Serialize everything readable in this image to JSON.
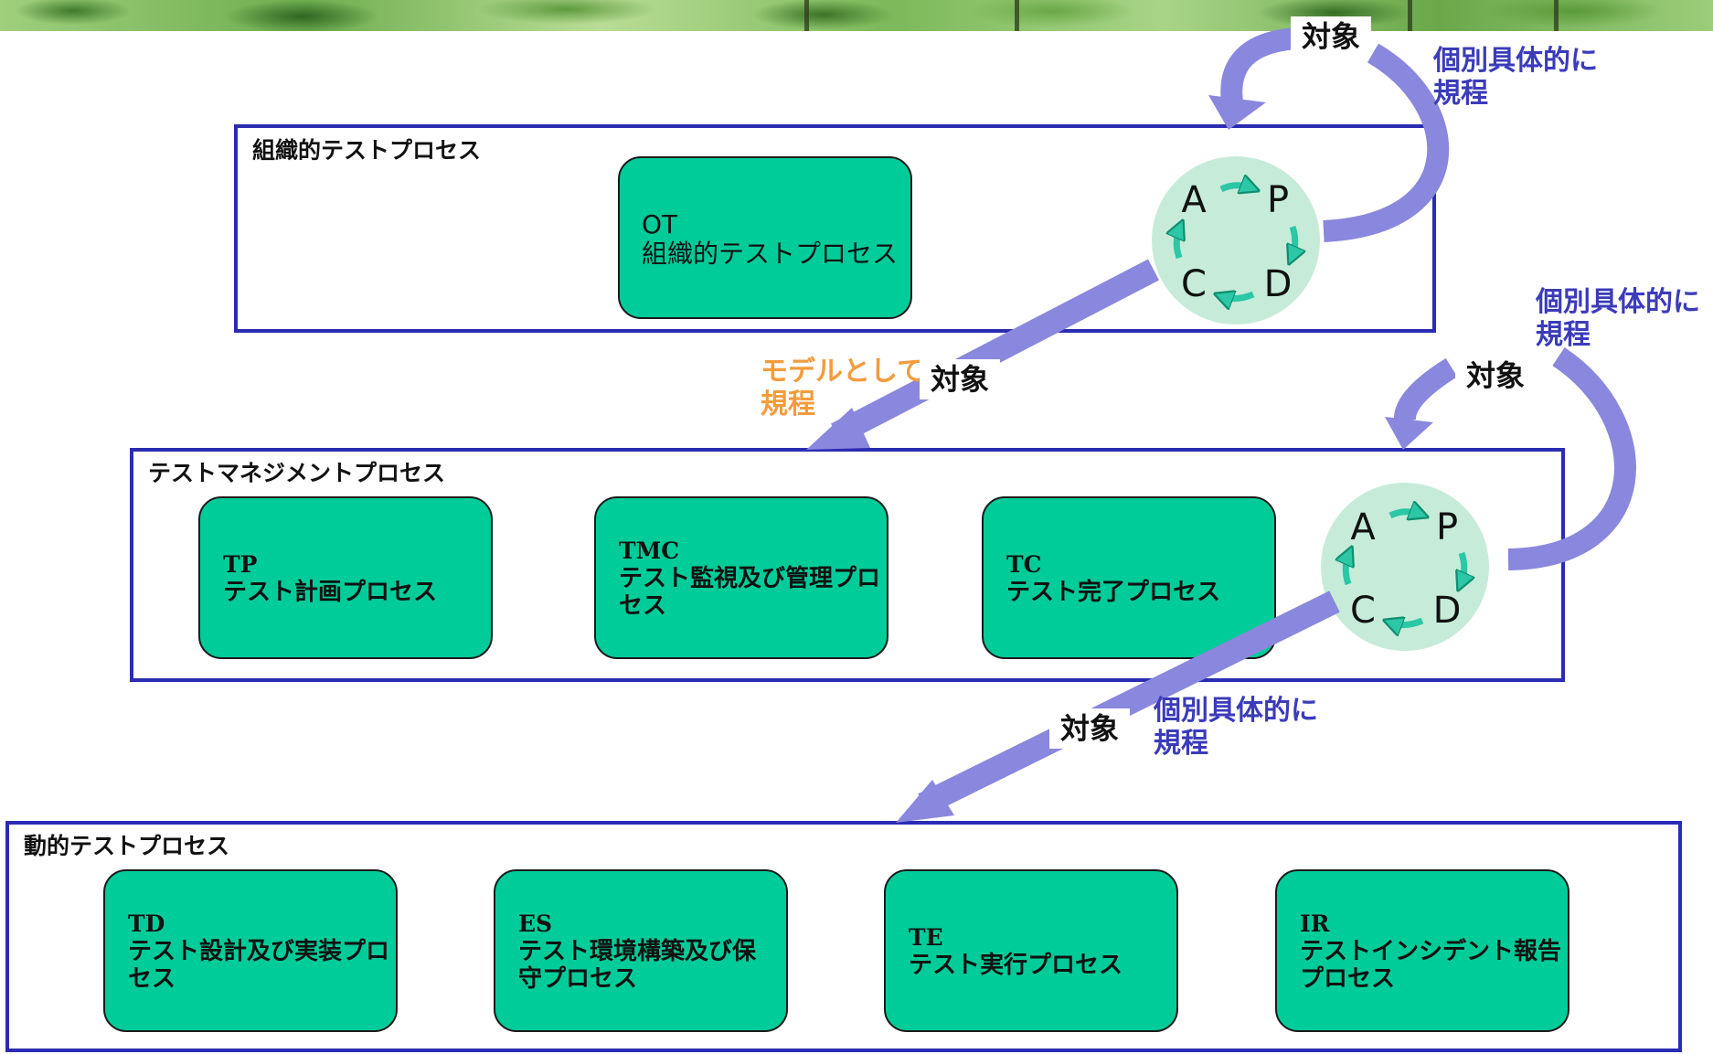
{
  "colors": {
    "process_fill": "#00cc99",
    "process_stroke": "#1a1a1a",
    "layer_stroke": "#2b2bb3",
    "arrow_fill": "#8a87de",
    "cycle_fill": "#c6ecd9",
    "cycle_arrow": "#2bc7a6",
    "text_blue": "#3b3bbb",
    "text_orange": "#f39c3c"
  },
  "layers": {
    "organizational": {
      "label": "組織的テストプロセス",
      "processes": [
        {
          "code": "OT",
          "name": "組織的テストプロセス"
        }
      ]
    },
    "management": {
      "label": "テストマネジメントプロセス",
      "processes": [
        {
          "code": "TP",
          "name": "テスト計画プロセス"
        },
        {
          "code": "TMC",
          "name": "テスト監視及び管理プロ",
          "name2": "セス"
        },
        {
          "code": "TC",
          "name": "テスト完了プロセス"
        }
      ]
    },
    "dynamic": {
      "label": "動的テストプロセス",
      "processes": [
        {
          "code": "TD",
          "name": "テスト設計及び実装プロ",
          "name2": "セス"
        },
        {
          "code": "ES",
          "name": "テスト環境構築及び保",
          "name2": "守プロセス"
        },
        {
          "code": "TE",
          "name": "テスト実行プロセス"
        },
        {
          "code": "IR",
          "name": "テストインシデント報告",
          "name2": "プロセス"
        }
      ]
    }
  },
  "pdca": {
    "a": "A",
    "p": "P",
    "c": "C",
    "d": "D"
  },
  "annotations": {
    "target": "対象",
    "specific_line1": "個別具体的に",
    "specific_line2": "規程",
    "model_line1": "モデルとして",
    "model_line2": "規程"
  }
}
